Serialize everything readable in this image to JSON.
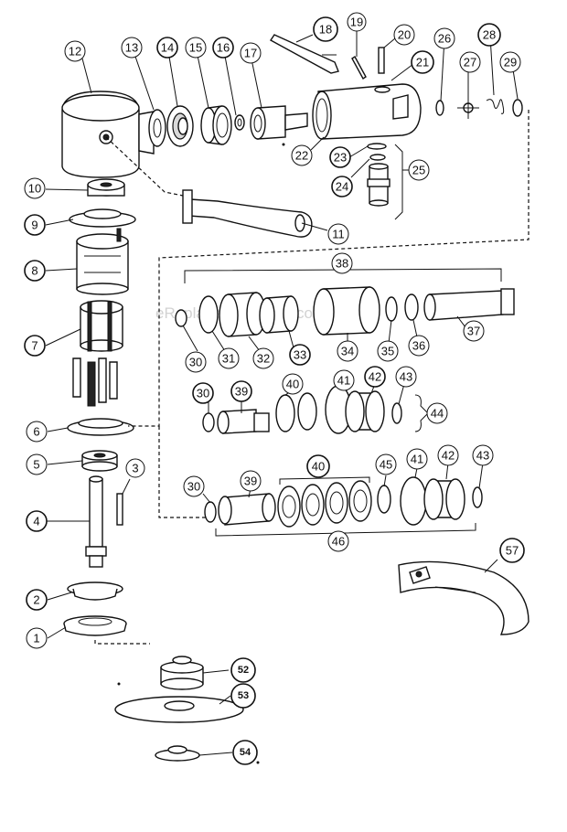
{
  "watermark": "eReplacementParts.com",
  "callouts": {
    "c1": "1",
    "c2": "2",
    "c3": "3",
    "c4": "4",
    "c5": "5",
    "c6": "6",
    "c7": "7",
    "c8": "8",
    "c9": "9",
    "c10": "10",
    "c11": "11",
    "c12": "12",
    "c13": "13",
    "c14": "14",
    "c15": "15",
    "c16": "16",
    "c17": "17",
    "c18": "18",
    "c19": "19",
    "c20": "20",
    "c21": "21",
    "c22": "22",
    "c23": "23",
    "c24": "24",
    "c25": "25",
    "c26": "26",
    "c27": "27",
    "c28": "28",
    "c29": "29",
    "c30": "30",
    "c31": "31",
    "c32": "32",
    "c33": "33",
    "c34": "34",
    "c35": "35",
    "c36": "36",
    "c37": "37",
    "c38": "38",
    "c39": "39",
    "c40": "40",
    "c41": "41",
    "c42": "42",
    "c43": "43",
    "c44": "44",
    "c45": "45",
    "c46": "46",
    "c52": "52",
    "c53": "53",
    "c54": "54",
    "c57": "57"
  }
}
